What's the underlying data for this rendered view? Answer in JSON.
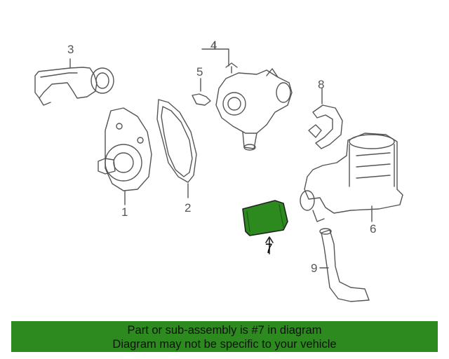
{
  "callouts": {
    "c1": "1",
    "c2": "2",
    "c3": "3",
    "c4": "4",
    "c5": "5",
    "c6": "6",
    "c7": "7",
    "c8": "8",
    "c9": "9"
  },
  "highlighted_part": "7",
  "highlight_color": "#2c8a1e",
  "line_color": "#555555",
  "banner": {
    "line1": "Part or sub-assembly is #7 in diagram",
    "line2": "Diagram may not be specific to your vehicle"
  }
}
